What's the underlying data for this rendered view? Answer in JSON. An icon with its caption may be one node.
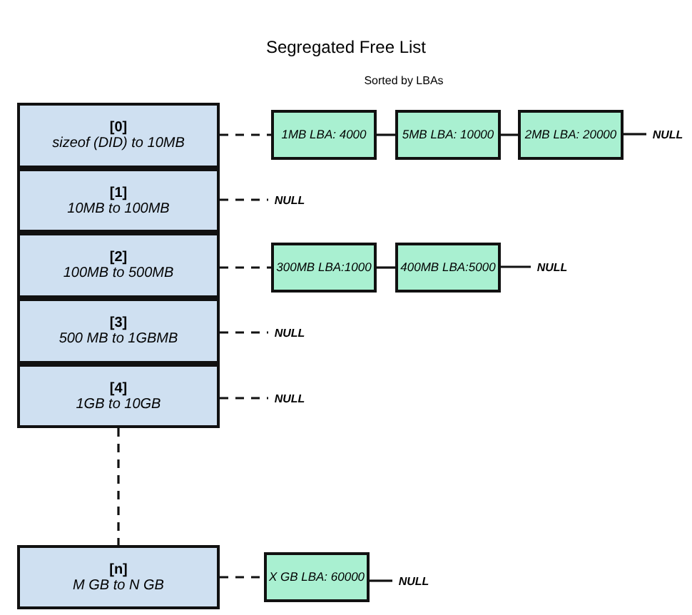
{
  "diagram": {
    "title": "Segregated Free List",
    "nodes": [
      {
        "text": [
          "[0]",
          "sizeof (DID) to 10MB"
        ]
      },
      {
        "text": [
          "1MB LBA: 4000"
        ]
      },
      {
        "text": [
          "5MB LBA: 10000"
        ]
      },
      {
        "text": [
          "2MB LBA: 20000"
        ]
      },
      {
        "text": [
          "NULL"
        ]
      },
      {
        "text": [
          "[1]",
          "10MB to 100MB"
        ]
      },
      {
        "text": [
          "NULL"
        ]
      },
      {
        "text": [
          "[2]",
          "100MB to 500MB"
        ]
      },
      {
        "text": [
          "300MB LBA:1000"
        ]
      },
      {
        "text": [
          "400MB LBA:5000"
        ]
      },
      {
        "text": [
          "NULL"
        ]
      },
      {
        "text": [
          "[3]",
          "500 MB to 1GBMB"
        ]
      },
      {
        "text": [
          "NULL"
        ]
      },
      {
        "text": [
          "[4]",
          "1GB to 10GB"
        ]
      },
      {
        "text": [
          "NULL"
        ]
      },
      {
        "text": [
          "[n]",
          "M GB to N GB"
        ]
      },
      {
        "text": [
          "X GB LBA: 60000"
        ]
      },
      {
        "text": [
          "NULL"
        ]
      }
    ],
    "edges": [
      {
        "from": 0,
        "to": 1,
        "arrow": "none",
        "style": "dashed"
      },
      {
        "from": 1,
        "to": 2,
        "arrow": "none"
      },
      {
        "from": 2,
        "to": 3,
        "arrow": "none"
      },
      {
        "from": 3,
        "to": 4,
        "arrow": "none"
      },
      {
        "from": 5,
        "to": 6,
        "arrow": "none",
        "style": "dashed"
      },
      {
        "from": 7,
        "to": 8,
        "arrow": "none",
        "style": "dashed"
      },
      {
        "from": 8,
        "to": 9,
        "arrow": "none"
      },
      {
        "from": 9,
        "to": 10,
        "arrow": "none"
      },
      {
        "from": 11,
        "to": 12,
        "arrow": "none",
        "style": "dashed"
      },
      {
        "from": 13,
        "to": 14,
        "arrow": "none",
        "style": "dashed"
      },
      {
        "from": 13,
        "to": 15,
        "arrow": "none",
        "style": "dashed"
      },
      {
        "from": 15,
        "to": 16,
        "arrow": "none",
        "style": "dashed"
      },
      {
        "from": 16,
        "to": 17,
        "arrow": "none"
      }
    ],
    "labels": [
      "Sorted by LBAs"
    ]
  }
}
